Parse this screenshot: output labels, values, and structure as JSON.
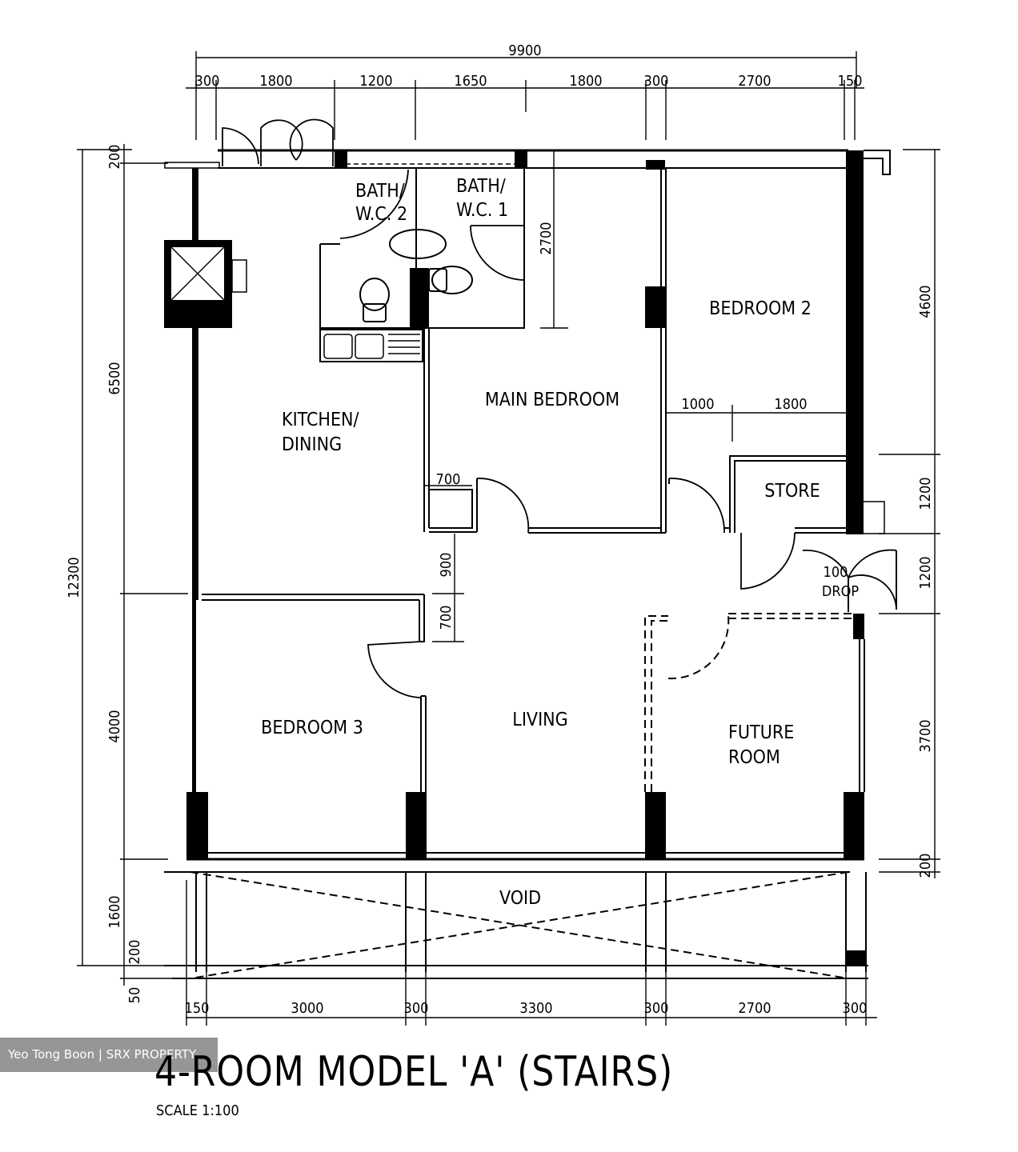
{
  "plan": {
    "title": "4-ROOM MODEL 'A' (STAIRS)",
    "scale": "SCALE   1:100",
    "watermark": "Yeo Tong Boon | SRX PROPERTY",
    "rooms": {
      "bath2_a": "BATH/",
      "bath2_b": "W.C. 2",
      "bath1_a": "BATH/",
      "bath1_b": "W.C. 1",
      "bedroom2": "BEDROOM  2",
      "main_bedroom": "MAIN  BEDROOM",
      "kitchen_a": "KITCHEN/",
      "kitchen_b": "DINING",
      "store": "STORE",
      "drop_a": "100",
      "drop_b": "DROP",
      "bedroom3": "BEDROOM  3",
      "living": "LIVING",
      "future_a": "FUTURE",
      "future_b": "ROOM",
      "void": "VOID"
    },
    "dims": {
      "top_total": "9900",
      "top": [
        "300",
        "1800",
        "1200",
        "1650",
        "1800",
        "300",
        "2700",
        "150"
      ],
      "bottom": [
        "150",
        "3000",
        "300",
        "3300",
        "300",
        "2700",
        "300"
      ],
      "left_total": "12300",
      "left": [
        "200",
        "6500",
        "4000",
        "1600",
        "200",
        "50"
      ],
      "right": [
        "4600",
        "1200",
        "1200",
        "3700",
        "200"
      ],
      "inner": {
        "bath_depth": "2700",
        "bed2_a": "1000",
        "bed2_b": "1800",
        "closet": "700",
        "corr_a": "900",
        "corr_b": "700"
      }
    }
  }
}
